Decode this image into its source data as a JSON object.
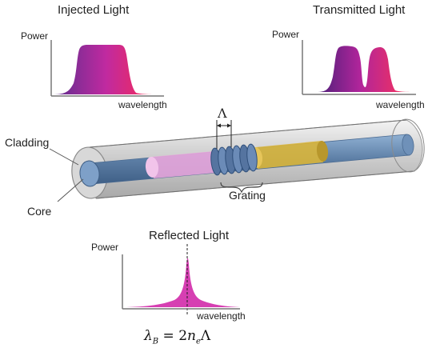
{
  "injected": {
    "title": "Injected Light",
    "ylabel": "Power",
    "xlabel": "wavelength"
  },
  "transmitted": {
    "title": "Transmitted Light",
    "ylabel": "Power",
    "xlabel": "wavelength"
  },
  "reflected": {
    "title": "Reflected Light",
    "ylabel": "Power",
    "xlabel": "wavelength"
  },
  "fiber": {
    "cladding_label": "Cladding",
    "core_label": "Core",
    "grating_label": "Grating",
    "period_symbol": "Λ"
  },
  "equation": {
    "lhs": "λ",
    "lhs_sub": "B",
    "rhs_pre": " = 2",
    "ne": "n",
    "ne_sub": "e",
    "rhs_post": "Λ"
  },
  "colors": {
    "spectrum_start": "#5b2d8e",
    "spectrum_mid": "#c02aa0",
    "spectrum_end": "#ff2a4a",
    "reflected_peak": "#d63fb2",
    "core": "#5d7fa6",
    "cladding": "#c9c9c9"
  }
}
